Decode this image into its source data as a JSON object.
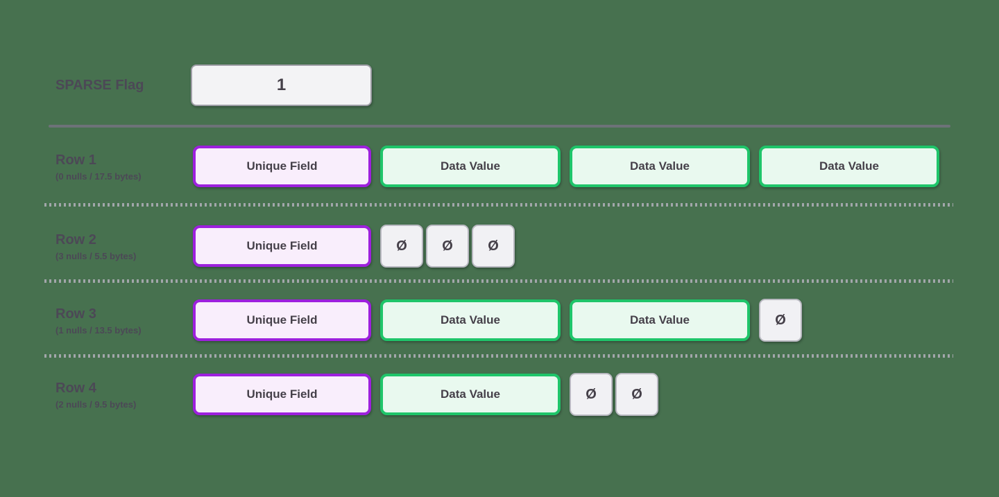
{
  "title": "Sparse row storage diagram",
  "colors": {
    "background": "#47714F",
    "purple_border": "#9D20DD",
    "purple_fill": "#F9EEFC",
    "green_border": "#1FC56A",
    "green_fill": "#E9F9EF",
    "null_border": "#B8B8C0",
    "null_fill": "#F1F1F4",
    "flag_border": "#9D9DA5",
    "flag_fill": "#F3F3F5",
    "text_dark": "#454049",
    "label_color": "#4C4856",
    "divider_solid": "#6D7278",
    "divider_dotted": "#A2A6AA"
  },
  "header": {
    "label": "SPARSE Flag",
    "value": "1"
  },
  "rows": [
    {
      "label": "Row 1",
      "sublabel": "(0 nulls / 17.5 bytes)",
      "cells": [
        {
          "type": "unique",
          "text": "Unique Field"
        },
        {
          "type": "data",
          "text": "Data Value"
        },
        {
          "type": "data",
          "text": "Data Value"
        },
        {
          "type": "data",
          "text": "Data Value"
        }
      ]
    },
    {
      "label": "Row 2",
      "sublabel": "(3 nulls / 5.5 bytes)",
      "cells": [
        {
          "type": "unique",
          "text": "Unique Field"
        },
        {
          "type": "null",
          "text": "Ø"
        },
        {
          "type": "null",
          "text": "Ø"
        },
        {
          "type": "null",
          "text": "Ø"
        }
      ]
    },
    {
      "label": "Row 3",
      "sublabel": "(1 nulls / 13.5 bytes)",
      "cells": [
        {
          "type": "unique",
          "text": "Unique Field"
        },
        {
          "type": "data",
          "text": "Data Value"
        },
        {
          "type": "data",
          "text": "Data Value"
        },
        {
          "type": "null",
          "text": "Ø"
        }
      ]
    },
    {
      "label": "Row 4",
      "sublabel": "(2 nulls / 9.5 bytes)",
      "cells": [
        {
          "type": "unique",
          "text": "Unique Field"
        },
        {
          "type": "data",
          "text": "Data Value"
        },
        {
          "type": "null",
          "text": "Ø"
        },
        {
          "type": "null",
          "text": "Ø"
        }
      ]
    }
  ]
}
